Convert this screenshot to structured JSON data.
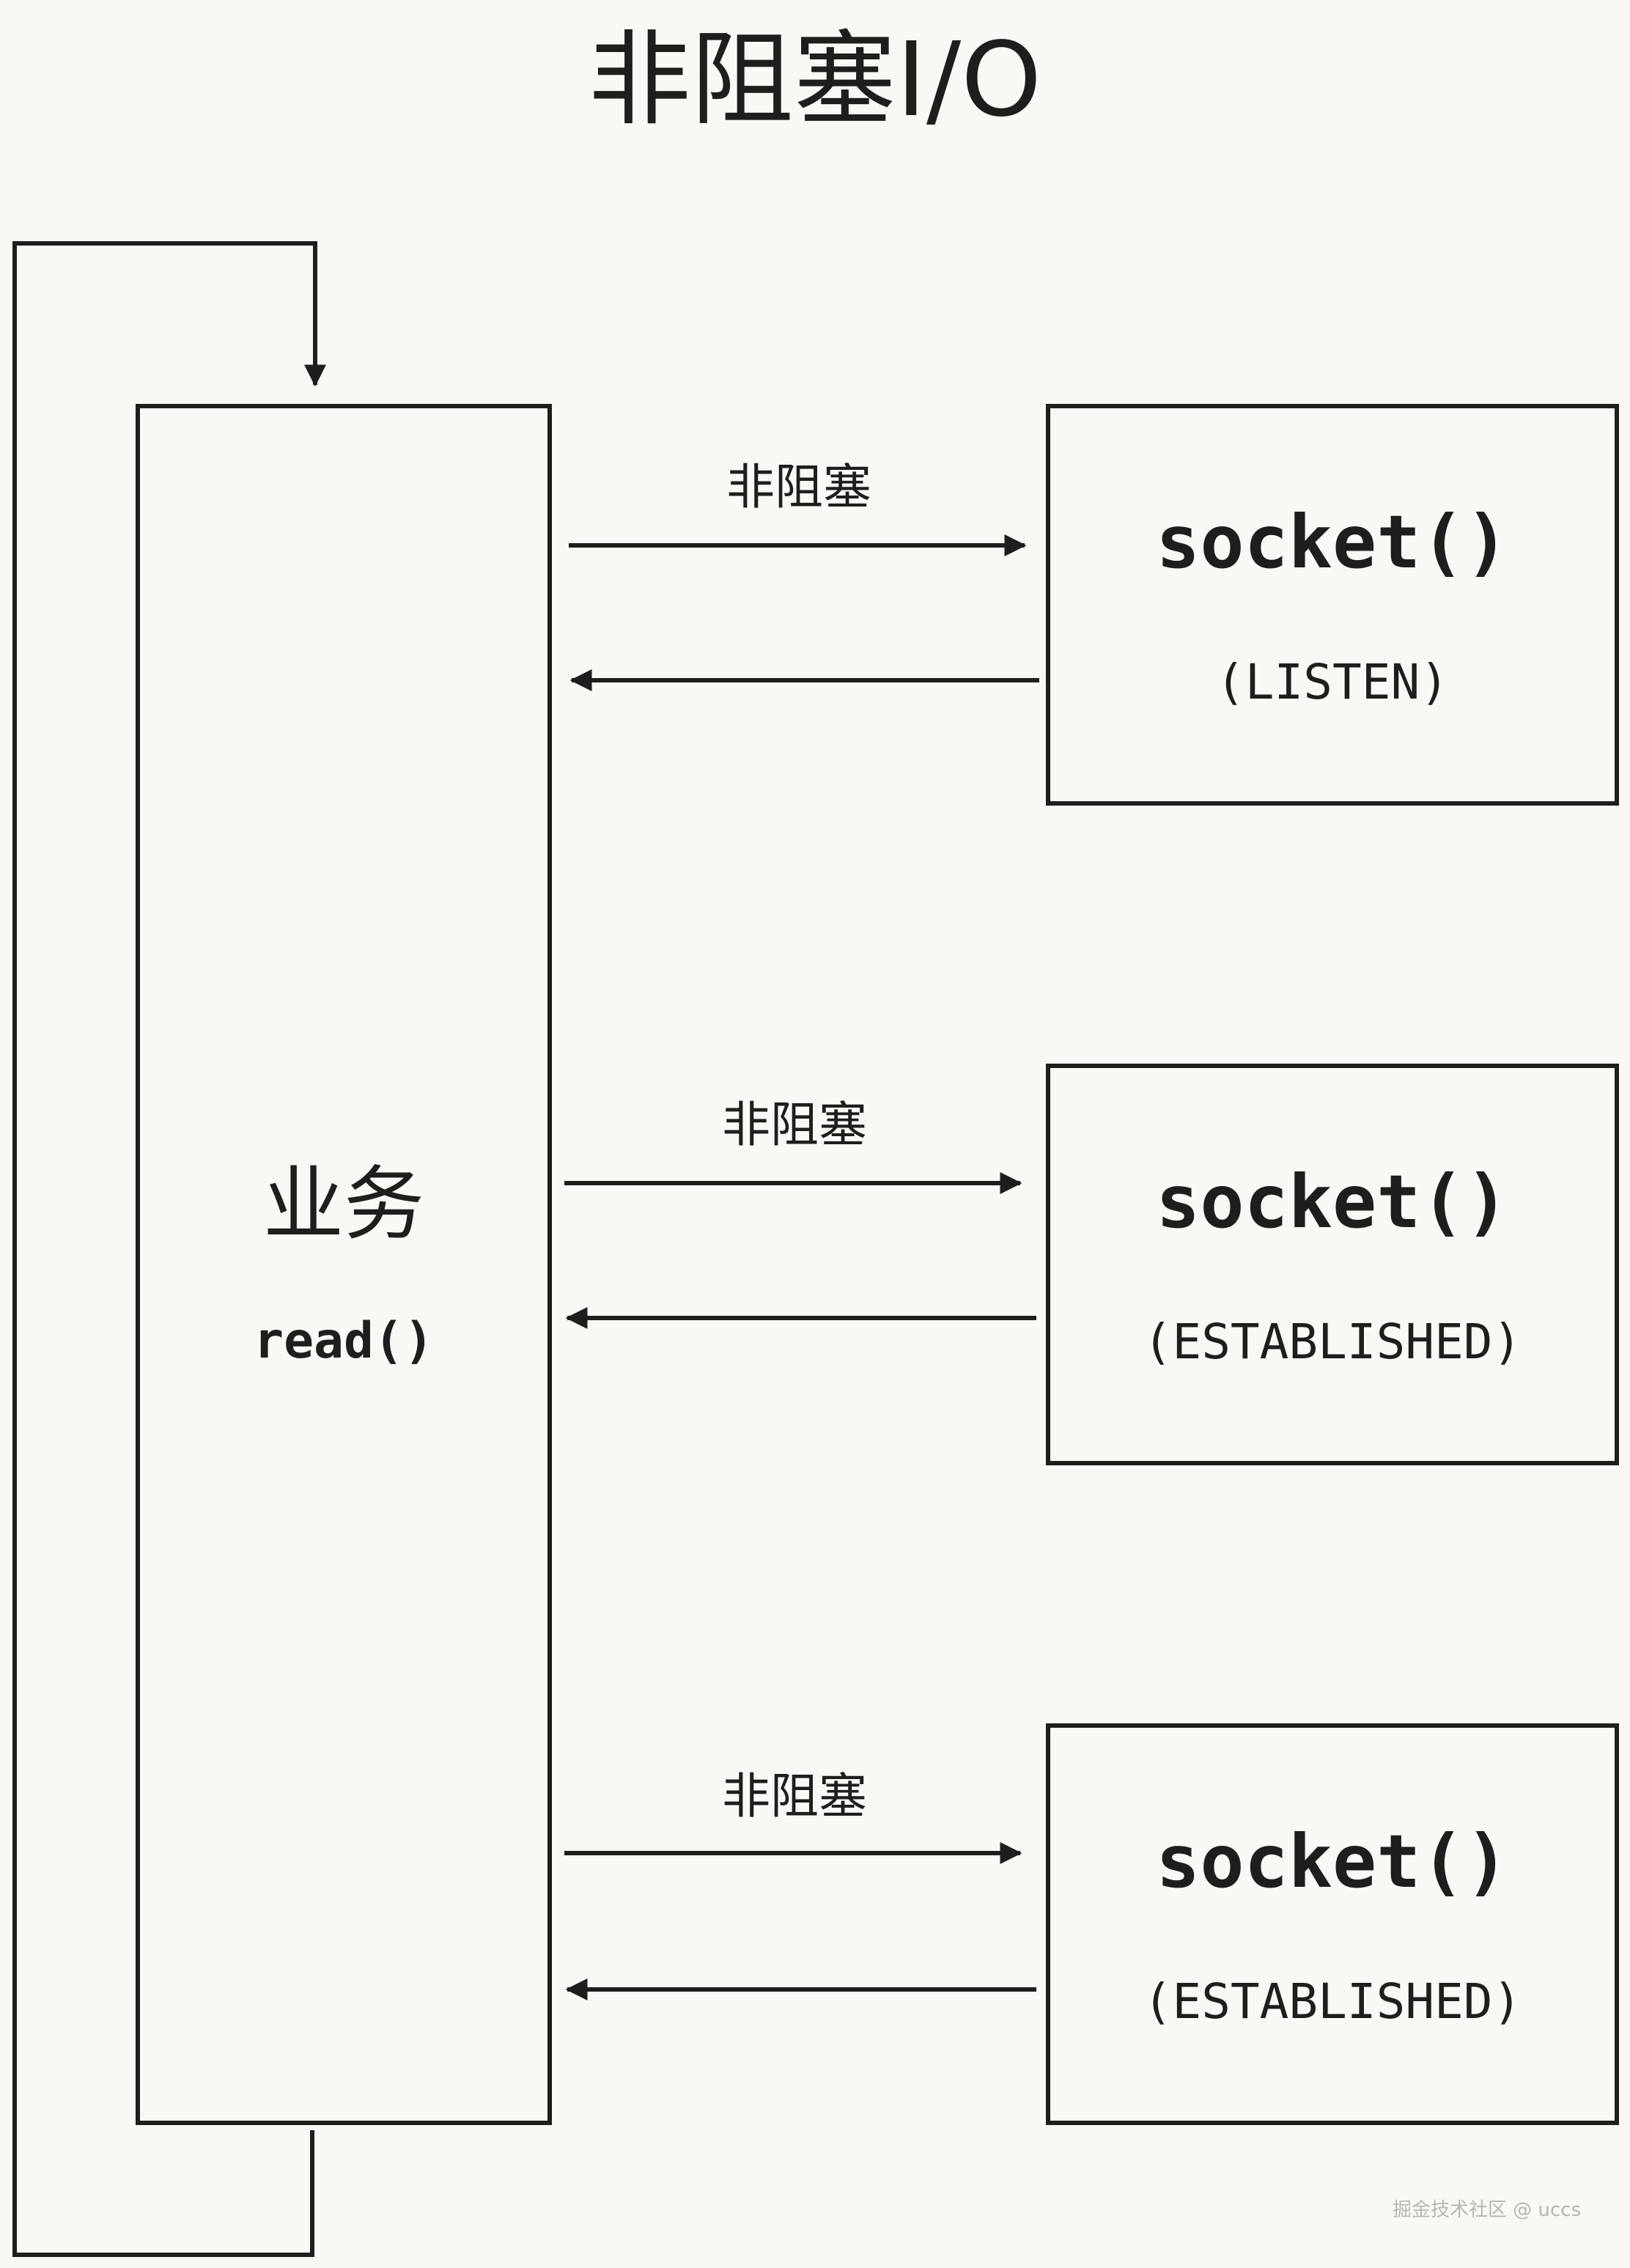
{
  "title": "非阻塞I/O",
  "business": {
    "label": "业务",
    "call": "read()"
  },
  "sockets": [
    {
      "name": "socket()",
      "state": "(LISTEN)",
      "arrow_label": "非阻塞"
    },
    {
      "name": "socket()",
      "state": "(ESTABLISHED)",
      "arrow_label": "非阻塞"
    },
    {
      "name": "socket()",
      "state": "(ESTABLISHED)",
      "arrow_label": "非阻塞"
    }
  ],
  "watermark": "掘金技术社区 @ uccs",
  "colors": {
    "background": "#faf8f5",
    "stroke": "#1e1e1e"
  }
}
